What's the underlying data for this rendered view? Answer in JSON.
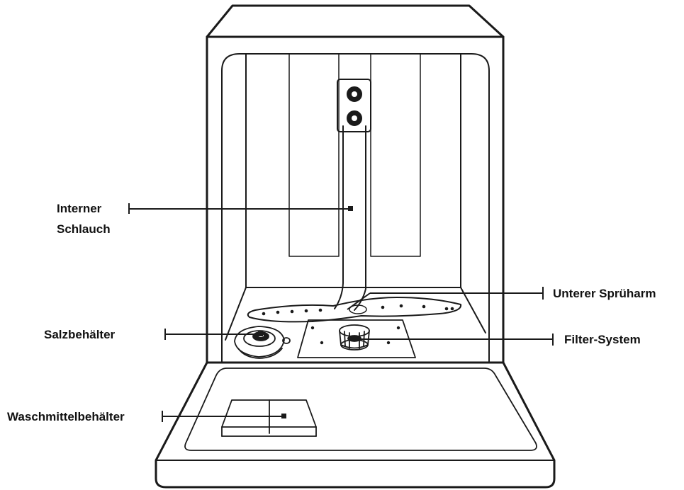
{
  "labels": {
    "internal_hose_line1": "Interner",
    "internal_hose_line2": "Schlauch",
    "lower_spray_arm": "Unterer Sprüharm",
    "salt_container": "Salzbehälter",
    "filter_system": "Filter-System",
    "detergent_dispenser": "Waschmittelbehälter"
  },
  "colors": {
    "line": "#1a1a1a",
    "background": "#ffffff"
  }
}
